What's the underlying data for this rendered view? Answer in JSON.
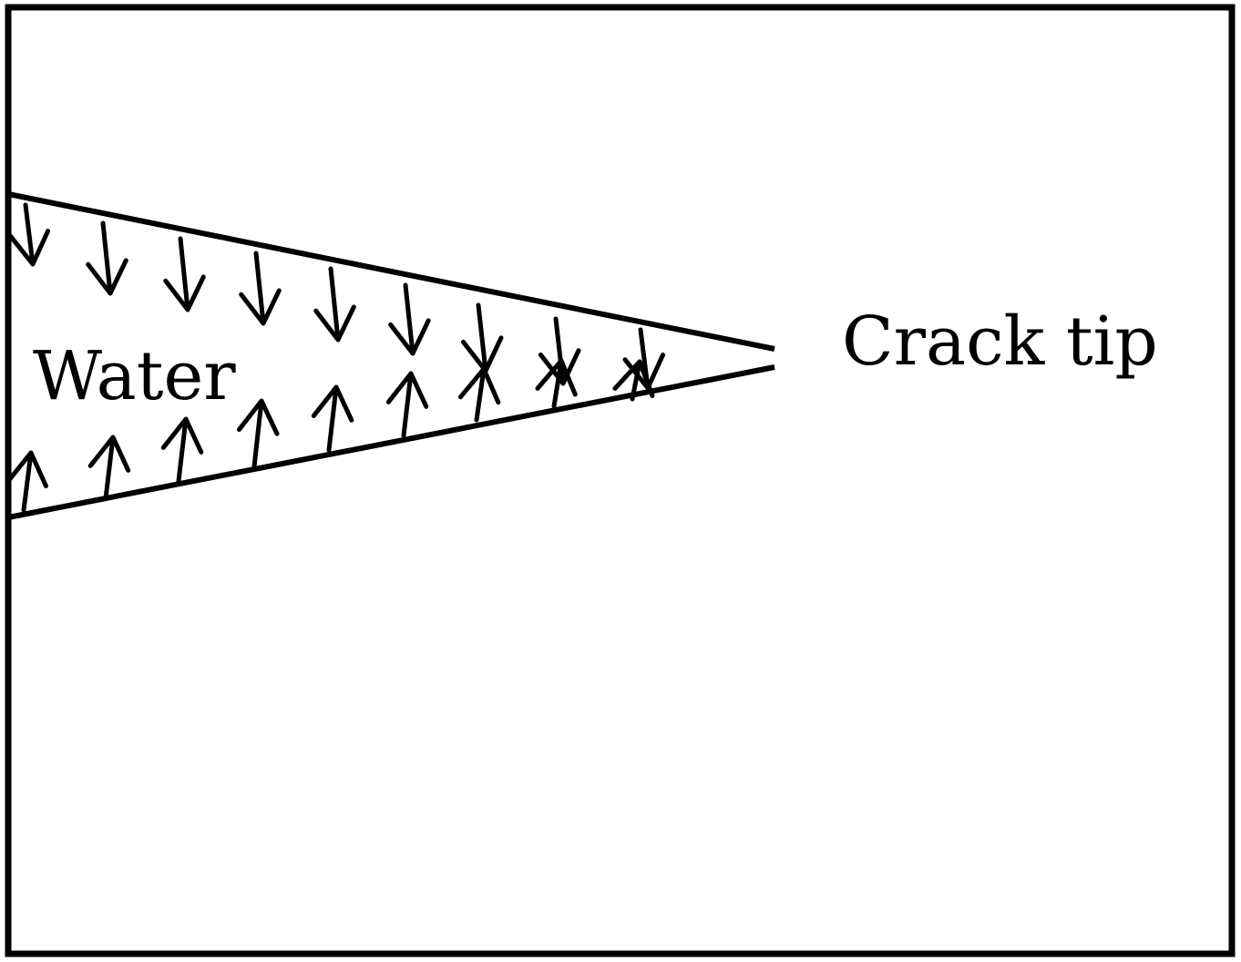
{
  "diagram": {
    "labels": {
      "water": "Water",
      "crack_tip": "Crack tip"
    },
    "stroke_color": "#000000",
    "background_color": "#ffffff",
    "arrows": {
      "upper_face_direction": "down",
      "lower_face_direction": "up",
      "upper_count": 9,
      "lower_count": 9
    }
  }
}
